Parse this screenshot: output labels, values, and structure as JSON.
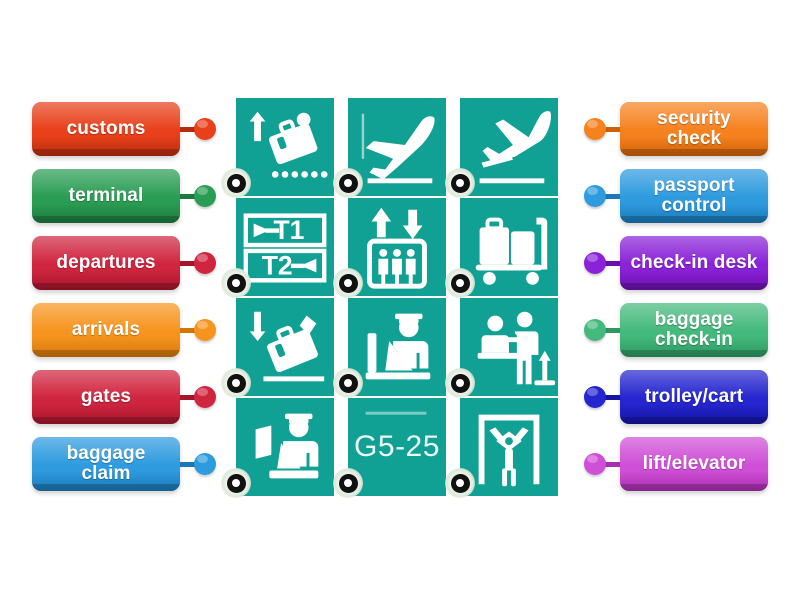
{
  "activity": {
    "type": "matching-exercise",
    "topic": "airport signs",
    "sign_color": "#11a094",
    "background": "#ffffff"
  },
  "left_labels": [
    {
      "text": "customs",
      "color": "#e8401a",
      "dark": "#b72c0d",
      "name": "label-customs"
    },
    {
      "text": "terminal",
      "color": "#2a9d54",
      "dark": "#1d7a3e",
      "name": "label-terminal"
    },
    {
      "text": "departures",
      "color": "#d0253f",
      "dark": "#a5152c",
      "name": "label-departures"
    },
    {
      "text": "arrivals",
      "color": "#f7941e",
      "dark": "#d2760a",
      "name": "label-arrivals"
    },
    {
      "text": "gates",
      "color": "#d0253f",
      "dark": "#a5152c",
      "name": "label-gates"
    },
    {
      "text": "baggage\nclaim",
      "color": "#2e9bdf",
      "dark": "#1a79b8",
      "name": "label-baggage-claim"
    }
  ],
  "right_labels": [
    {
      "text": "security\ncheck",
      "color": "#f6821f",
      "dark": "#cf6208",
      "name": "label-security-check"
    },
    {
      "text": "passport\ncontrol",
      "color": "#2e9bdf",
      "dark": "#1a79b8",
      "name": "label-passport-control"
    },
    {
      "text": "check-in desk",
      "color": "#8a22d8",
      "dark": "#6a10ad",
      "name": "label-check-in-desk"
    },
    {
      "text": "baggage\ncheck-in",
      "color": "#44b97c",
      "dark": "#2d9860",
      "name": "label-baggage-check-in"
    },
    {
      "text": "trolley/cart",
      "color": "#2526cf",
      "dark": "#1415a3",
      "name": "label-trolley-cart"
    },
    {
      "text": "lift/elevator",
      "color": "#cf4fd6",
      "dark": "#a92fb0",
      "name": "label-lift-elevator"
    }
  ],
  "signs": [
    {
      "icon": "baggage-claim-sign",
      "alt": "suitcase with up arrow over conveyor belt",
      "text": ""
    },
    {
      "icon": "departures-sign",
      "alt": "aeroplane taking off",
      "text": ""
    },
    {
      "icon": "arrivals-sign",
      "alt": "aeroplane landing",
      "text": ""
    },
    {
      "icon": "terminal-sign",
      "alt": "arrow left T1 and T2 arrow right",
      "text": ""
    },
    {
      "icon": "lift-elevator-sign",
      "alt": "up and down arrows over lift cabin",
      "text": ""
    },
    {
      "icon": "trolley-cart-sign",
      "alt": "suitcases on a luggage trolley",
      "text": ""
    },
    {
      "icon": "baggage-check-in-sign",
      "alt": "suitcase with down arrow onto belt",
      "text": ""
    },
    {
      "icon": "security-check-sign",
      "alt": "officer at security screening desk",
      "text": ""
    },
    {
      "icon": "check-in-desk-sign",
      "alt": "passenger and agent at check-in counter",
      "text": ""
    },
    {
      "icon": "passport-control-sign",
      "alt": "officer checking a passport",
      "text": ""
    },
    {
      "icon": "gates-sign",
      "alt": "gate number range",
      "text": "G5-25"
    },
    {
      "icon": "customs-sign",
      "alt": "person in body scanner archway",
      "text": ""
    }
  ]
}
